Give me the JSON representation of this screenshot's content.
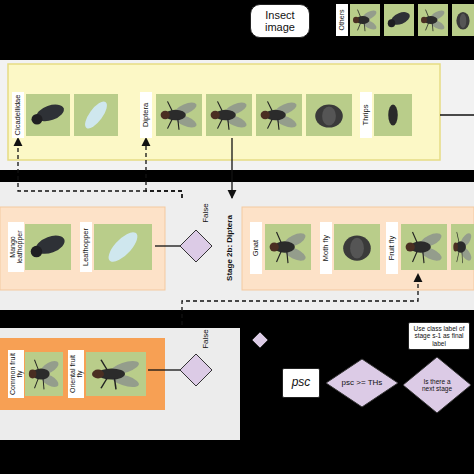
{
  "diagram": {
    "nodes": [
      {
        "text": [
          "Insect image"
        ]
      },
      {
        "text": [
          "Others"
        ]
      },
      {
        "text": [
          "Cicadellidae"
        ]
      },
      {
        "text": [
          "Diptera"
        ]
      },
      {
        "text": [
          "Thrips"
        ]
      },
      {
        "text": [
          "Mango leafhopper"
        ]
      },
      {
        "text": [
          "Leafhopper"
        ]
      },
      {
        "text": [
          "False"
        ]
      },
      {
        "text": [
          "Stage 2b: Diptera"
        ]
      },
      {
        "text": [
          "Gnat"
        ],
        "in": 8
      },
      {
        "text": [
          "Moth fly"
        ],
        "in": 8
      },
      {
        "text": [
          "Fruit fly"
        ],
        "in": 8
      },
      {
        "text": [
          "Common fruit fly"
        ]
      },
      {
        "text": [
          "Oriental fruit fly"
        ]
      },
      {
        "text": [
          "False"
        ]
      },
      {
        "text": [
          "psc"
        ]
      },
      {
        "text": [
          "psc >= THs"
        ]
      },
      {
        "text": [
          "Is there a next stage"
        ]
      },
      {
        "text": [
          "Use class label of stage s-1 as final label"
        ]
      }
    ],
    "edges": [
      {
        "from": 7,
        "to": 2,
        "arrow": "to"
      },
      {
        "from": 7,
        "to": 3,
        "arrow": "to"
      },
      {
        "from": 3,
        "to": 8,
        "arrow": "to"
      },
      {
        "from": 14,
        "to": 11,
        "arrow": "to"
      },
      {
        "from": 6,
        "to": 7,
        "arrow": "none"
      },
      {
        "from": 13,
        "to": 14,
        "arrow": "none"
      }
    ]
  }
}
